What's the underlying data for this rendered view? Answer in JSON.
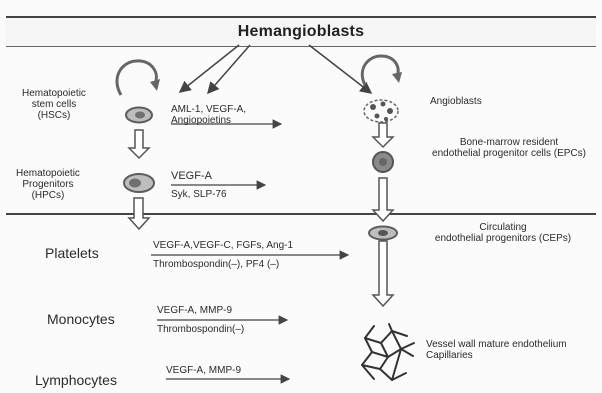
{
  "title": "Hemangioblasts",
  "labels": {
    "hsc": [
      "Hematopoietic",
      "stem cells",
      "(HSCs)"
    ],
    "hsc_factors": [
      "AML-1, VEGF-A,",
      "Angiopoietins"
    ],
    "hpc": [
      "Hematopoietic",
      "Progenitors",
      "(HPCs)"
    ],
    "hpc_factors_top": "VEGF-A",
    "hpc_factors_bottom": "Syk, SLP-76",
    "angioblasts": "Angioblasts",
    "epc": [
      "Bone-marrow resident",
      "endothelial progenitor cells (EPCs)"
    ],
    "cep": [
      "Circulating",
      "endothelial progenitors (CEPs)"
    ],
    "platelets": "Platelets",
    "platelets_factors_top": "VEGF-A,VEGF-C, FGFs, Ang-1",
    "platelets_factors_bottom": "Thrombospondin(–), PF4 (–)",
    "monocytes": "Monocytes",
    "monocytes_factors_top": "VEGF-A, MMP-9",
    "monocytes_factors_bottom": "Thrombospondin(–)",
    "vessel": [
      "Vessel wall mature endothelium",
      "Capillaries"
    ],
    "lymphocytes": "Lymphocytes",
    "lymphocytes_factors": "VEGF-A, MMP-9"
  },
  "colors": {
    "line": "#444444",
    "cell_outer": "#5d5d5d",
    "cell_inner": "#bdbdbd",
    "loop": "#666666"
  },
  "icons": {
    "hsc": "cell-icon",
    "hpc": "cell-icon",
    "angioblast": "angioblast-cluster-icon",
    "epc": "cell-icon",
    "cep": "cell-icon",
    "capillary": "capillary-network-icon",
    "loop": "self-renewal-loop-icon"
  }
}
